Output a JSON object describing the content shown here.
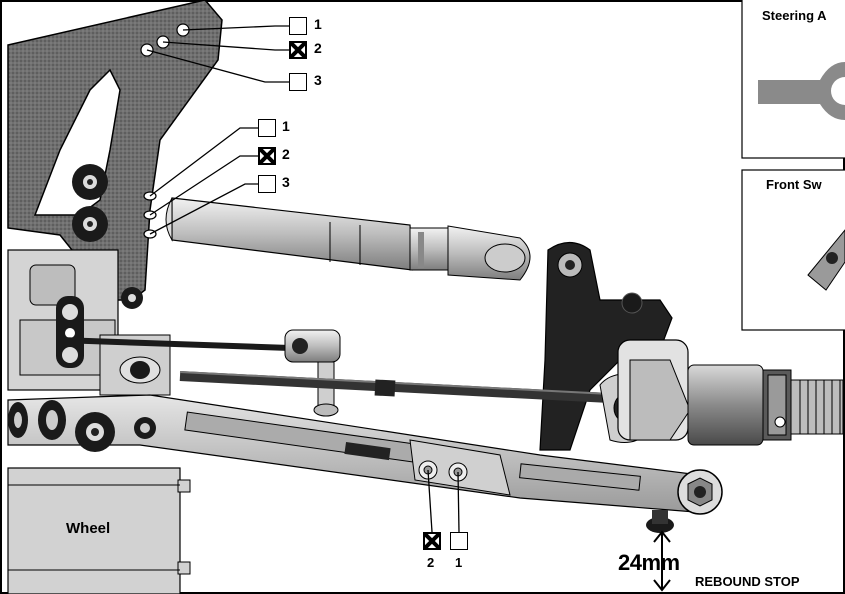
{
  "panels": {
    "steering_title": "Steering A",
    "front_swing_title": "Front Sw"
  },
  "upper_options": [
    {
      "number": "1",
      "checked": false
    },
    {
      "number": "2",
      "checked": true
    },
    {
      "number": "3",
      "checked": false
    }
  ],
  "middle_options": [
    {
      "number": "1",
      "checked": false
    },
    {
      "number": "2",
      "checked": true
    },
    {
      "number": "3",
      "checked": false
    }
  ],
  "lower_options": [
    {
      "number": "2",
      "checked": true
    },
    {
      "number": "1",
      "checked": false
    }
  ],
  "wheel_label": "Wheel",
  "measurement": {
    "value": "24mm",
    "label": "REBOUND STOP"
  },
  "colors": {
    "carbon_plate": "#6b6b6b",
    "metal_light": "#c4c4c4",
    "metal_dark": "#222222",
    "outline": "#000000"
  }
}
